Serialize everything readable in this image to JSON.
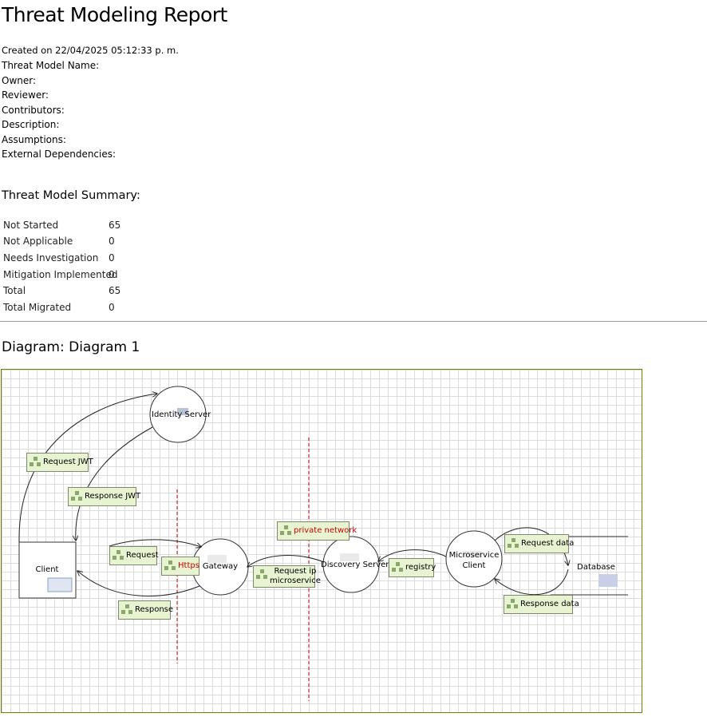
{
  "report": {
    "title": "Threat Modeling Report",
    "created": "Created on 22/04/2025 05:12:33 p. m.",
    "meta": [
      "Threat Model Name:",
      "Owner:",
      "Reviewer:",
      "Contributors:",
      "Description:",
      "Assumptions:",
      "External Dependencies:"
    ]
  },
  "summary": {
    "title": "Threat Model Summary:",
    "rows": [
      {
        "label": "Not Started",
        "value": "65"
      },
      {
        "label": "Not Applicable",
        "value": "0"
      },
      {
        "label": "Needs Investigation",
        "value": "0"
      },
      {
        "label": "Mitigation Implemented",
        "value": "0"
      },
      {
        "label": "Total",
        "value": "65"
      },
      {
        "label": "Total Migrated",
        "value": "0"
      }
    ]
  },
  "diagram": {
    "title": "Diagram: Diagram 1",
    "nodes": {
      "identity_server": "Identity Server",
      "client": "Client",
      "gateway": "Gateway",
      "discovery_server": "Discovery Server",
      "microservice_client": [
        "Microservice",
        "Client"
      ],
      "database": "Database"
    },
    "flows": {
      "request_jwt": "Request JWT",
      "response_jwt": "Response JWT",
      "request": "Request",
      "response": "Response",
      "https": "Https",
      "request_ip": [
        "Request ip",
        "microservice"
      ],
      "private_network": "private network",
      "registry": "registry",
      "request_data": "Request data",
      "response_data": "Response data"
    },
    "colors": {
      "boundary": "#cc0000",
      "flow_label_bg": "#e8f3d2",
      "canvas_border": "#6b7f00"
    }
  }
}
